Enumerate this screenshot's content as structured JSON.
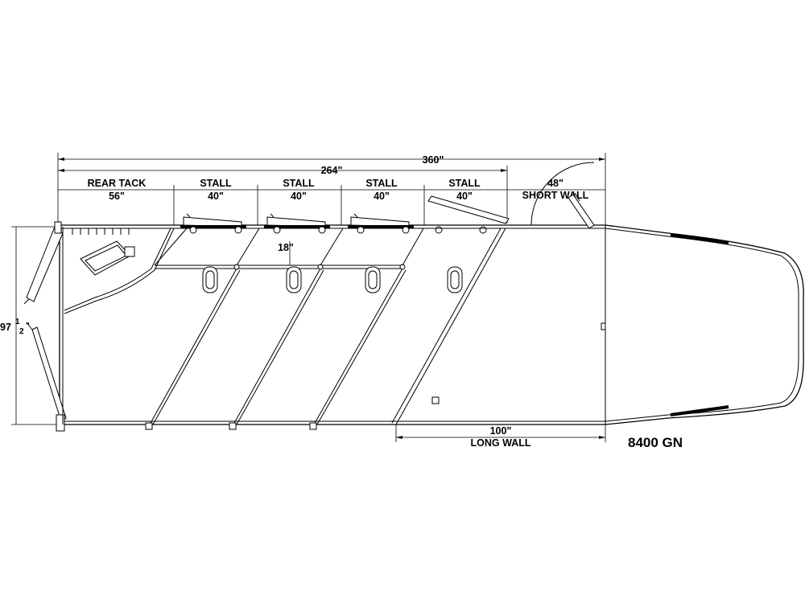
{
  "model": "8400 GN",
  "dimensions": {
    "overall": "360\"",
    "horse_area": "264\"",
    "width_whole": "97",
    "width_fraction_num": "1",
    "width_fraction_den": "2",
    "width_inch": "\"",
    "divider_gap": "18\"",
    "long_wall": "100\"",
    "long_wall_label": "LONG WALL",
    "short_wall": "48\"",
    "short_wall_label": "SHORT WALL"
  },
  "sections": [
    {
      "name": "REAR TACK",
      "size": "56\""
    },
    {
      "name": "STALL",
      "size": "40\""
    },
    {
      "name": "STALL",
      "size": "40\""
    },
    {
      "name": "STALL",
      "size": "40\""
    },
    {
      "name": "STALL",
      "size": "40\""
    }
  ]
}
